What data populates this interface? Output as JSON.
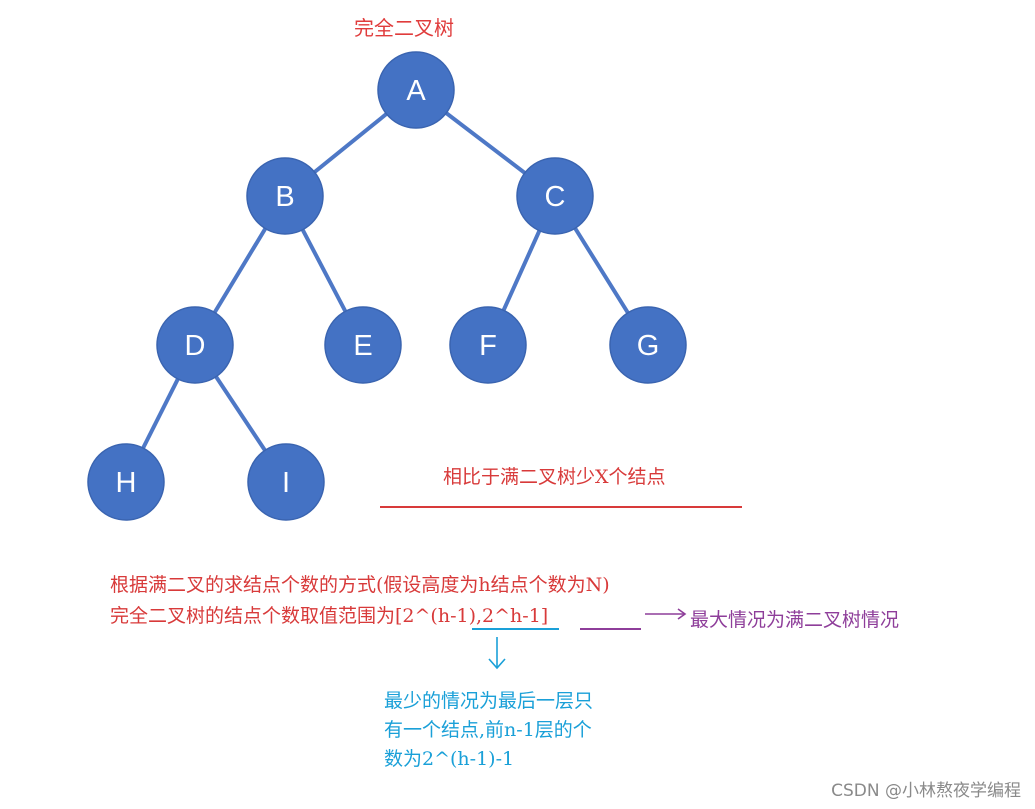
{
  "title": "完全二叉树",
  "tree": {
    "nodes": [
      {
        "id": "A",
        "label": "A"
      },
      {
        "id": "B",
        "label": "B"
      },
      {
        "id": "C",
        "label": "C"
      },
      {
        "id": "D",
        "label": "D"
      },
      {
        "id": "E",
        "label": "E"
      },
      {
        "id": "F",
        "label": "F"
      },
      {
        "id": "G",
        "label": "G"
      },
      {
        "id": "H",
        "label": "H"
      },
      {
        "id": "I",
        "label": "I"
      }
    ],
    "edges": [
      [
        "A",
        "B"
      ],
      [
        "A",
        "C"
      ],
      [
        "B",
        "D"
      ],
      [
        "B",
        "E"
      ],
      [
        "C",
        "F"
      ],
      [
        "C",
        "G"
      ],
      [
        "D",
        "H"
      ],
      [
        "D",
        "I"
      ]
    ]
  },
  "annotations": {
    "missing_nodes": "相比于满二叉树少X个结点",
    "formula_line1": "根据满二叉的求结点个数的方式(假设高度为h结点个数为N)",
    "formula_line2": "完全二叉树的结点个数取值范围为[2^(h-1),2^h-1]",
    "max_case": "最大情况为满二叉树情况",
    "min_case_line1": "最少的情况为最后一层只",
    "min_case_line2": "有一个结点,前n-1层的个",
    "min_case_line3": "数为2^(h-1)-1"
  },
  "watermark": "CSDN @小林熬夜学编程",
  "colors": {
    "node_fill": "#4472c4",
    "edge": "#4e78c6",
    "red": "#d83a3a",
    "purple": "#8e3e9a",
    "cyan": "#1aa0d8"
  }
}
